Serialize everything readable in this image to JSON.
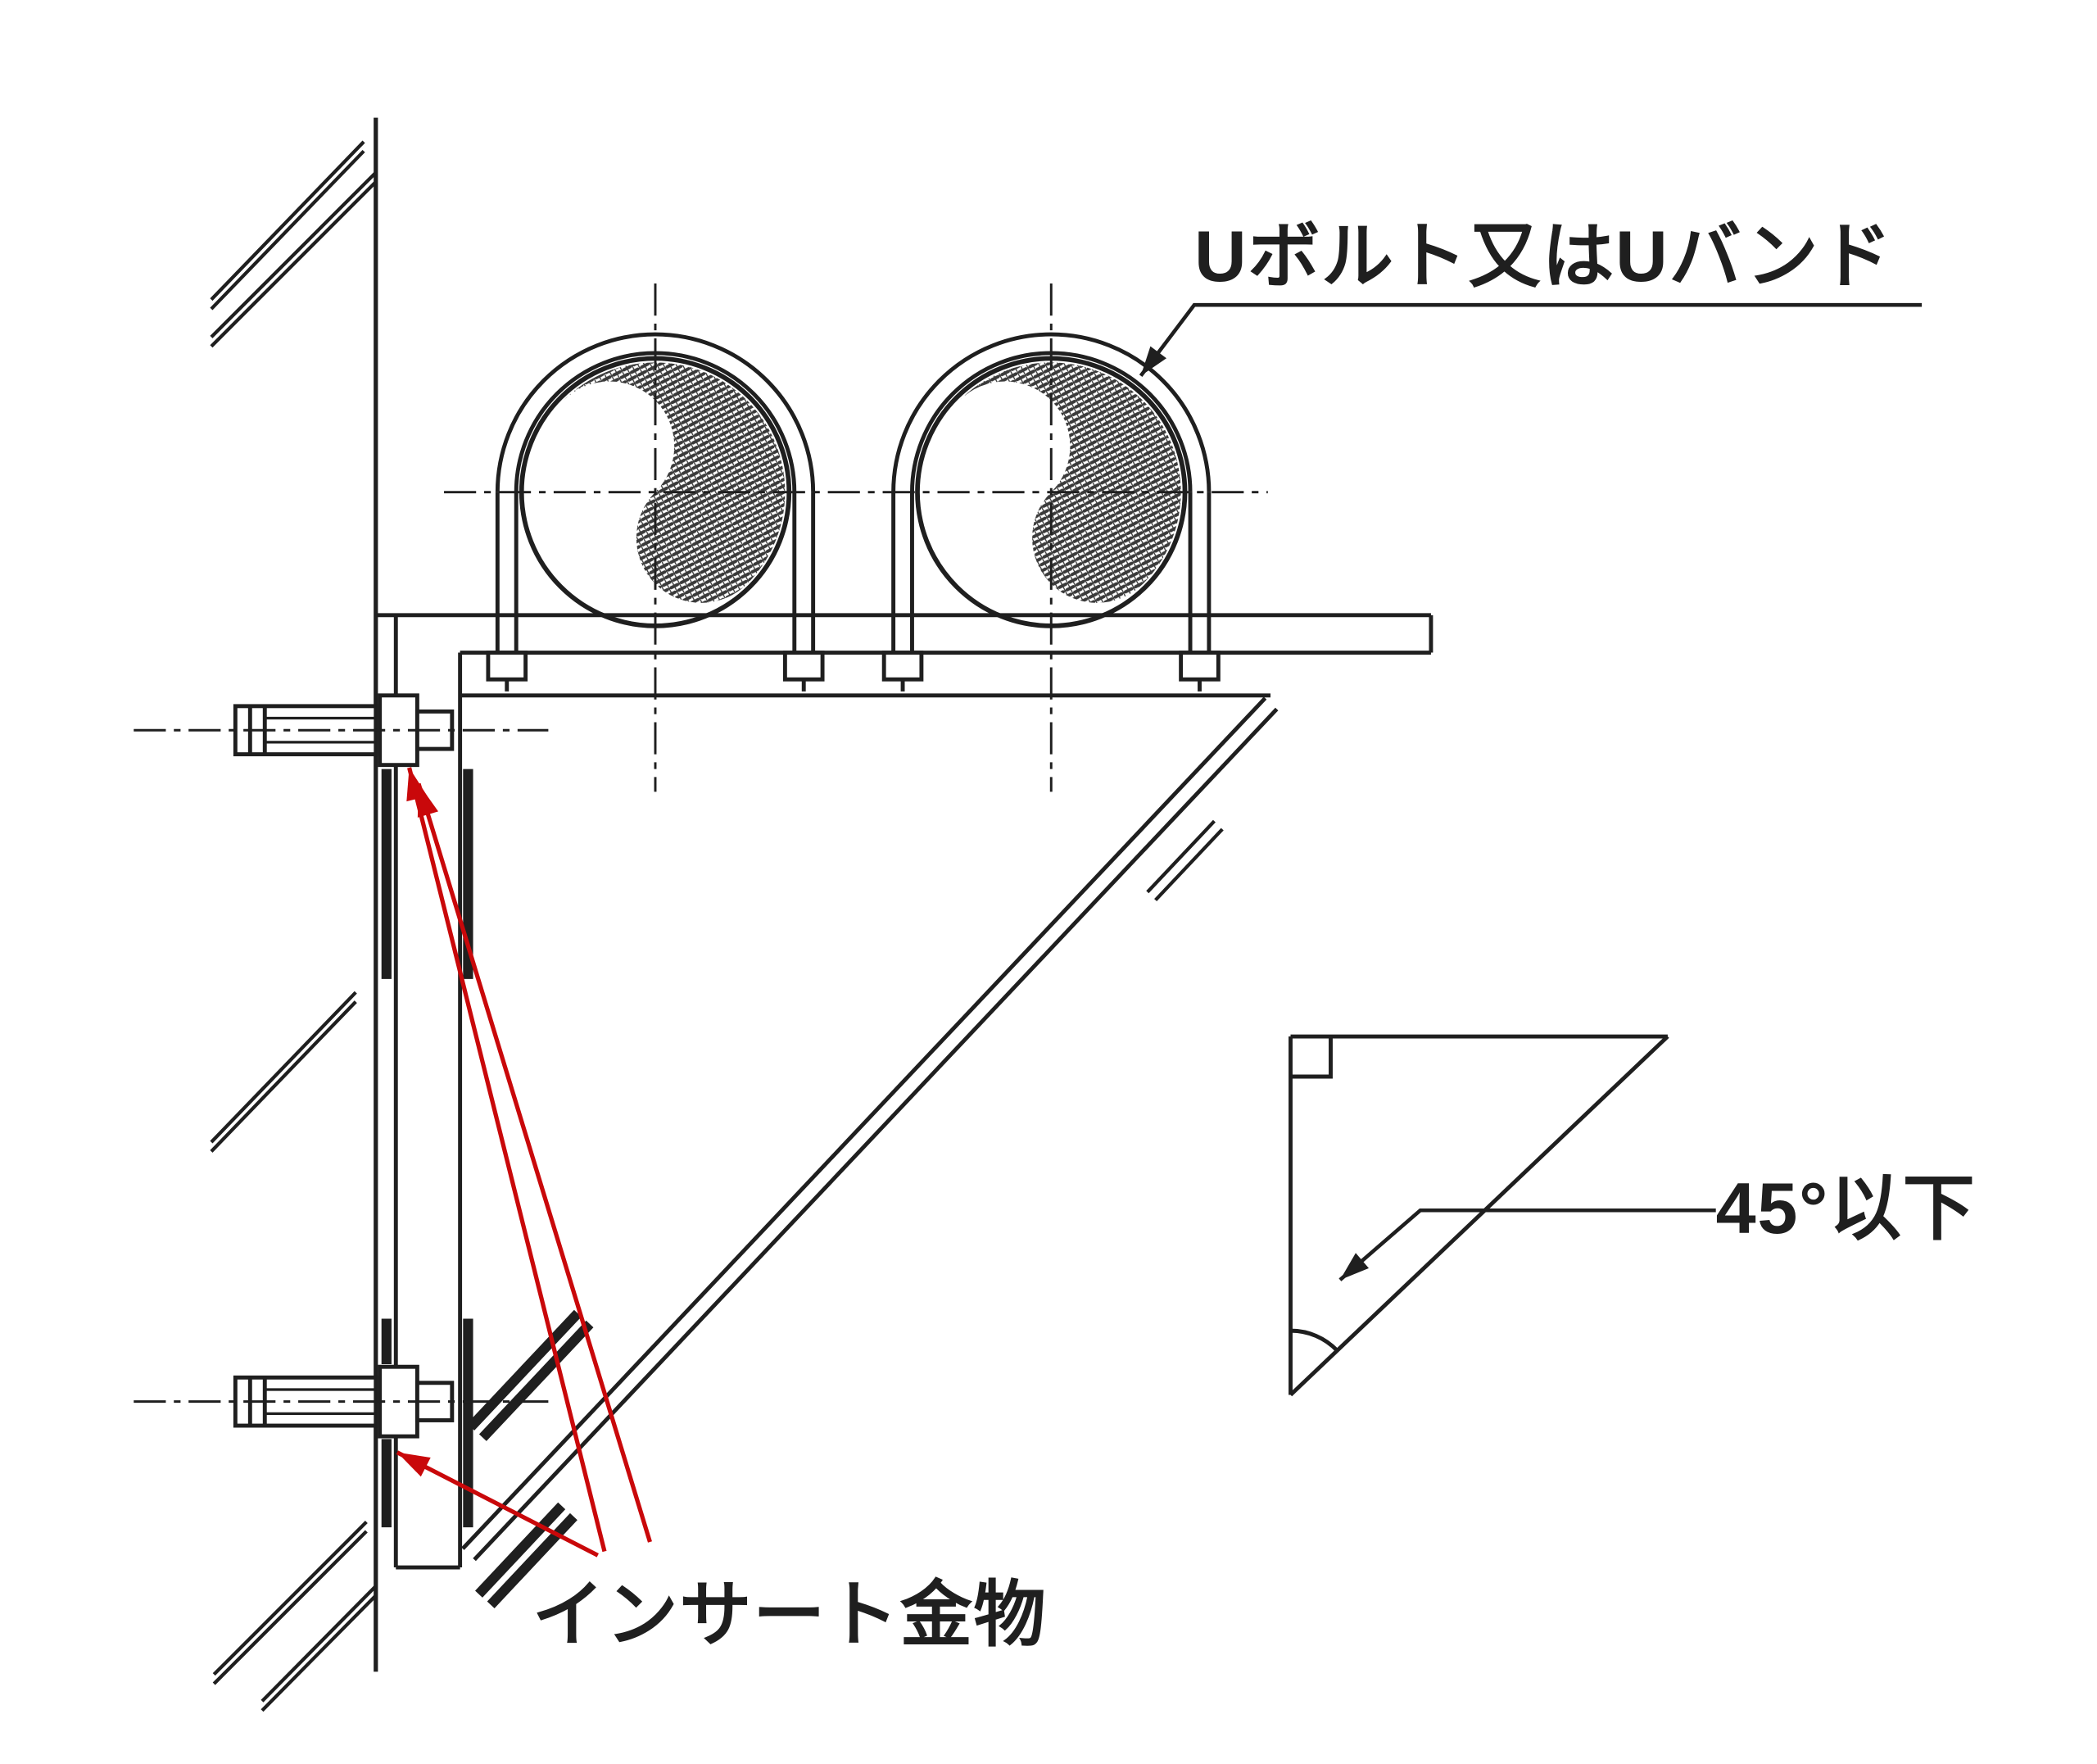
{
  "diagram": {
    "type": "technical-drawing",
    "labels": {
      "u_bolt_band": "Uボルト又はUバンド",
      "angle_max": "45°以下",
      "insert_fitting": "インサート金物"
    },
    "colors": {
      "line": "#1f1f1f",
      "annotation_red": "#c9080a",
      "shading": "#3a3a3a",
      "background": "#ffffff"
    }
  }
}
